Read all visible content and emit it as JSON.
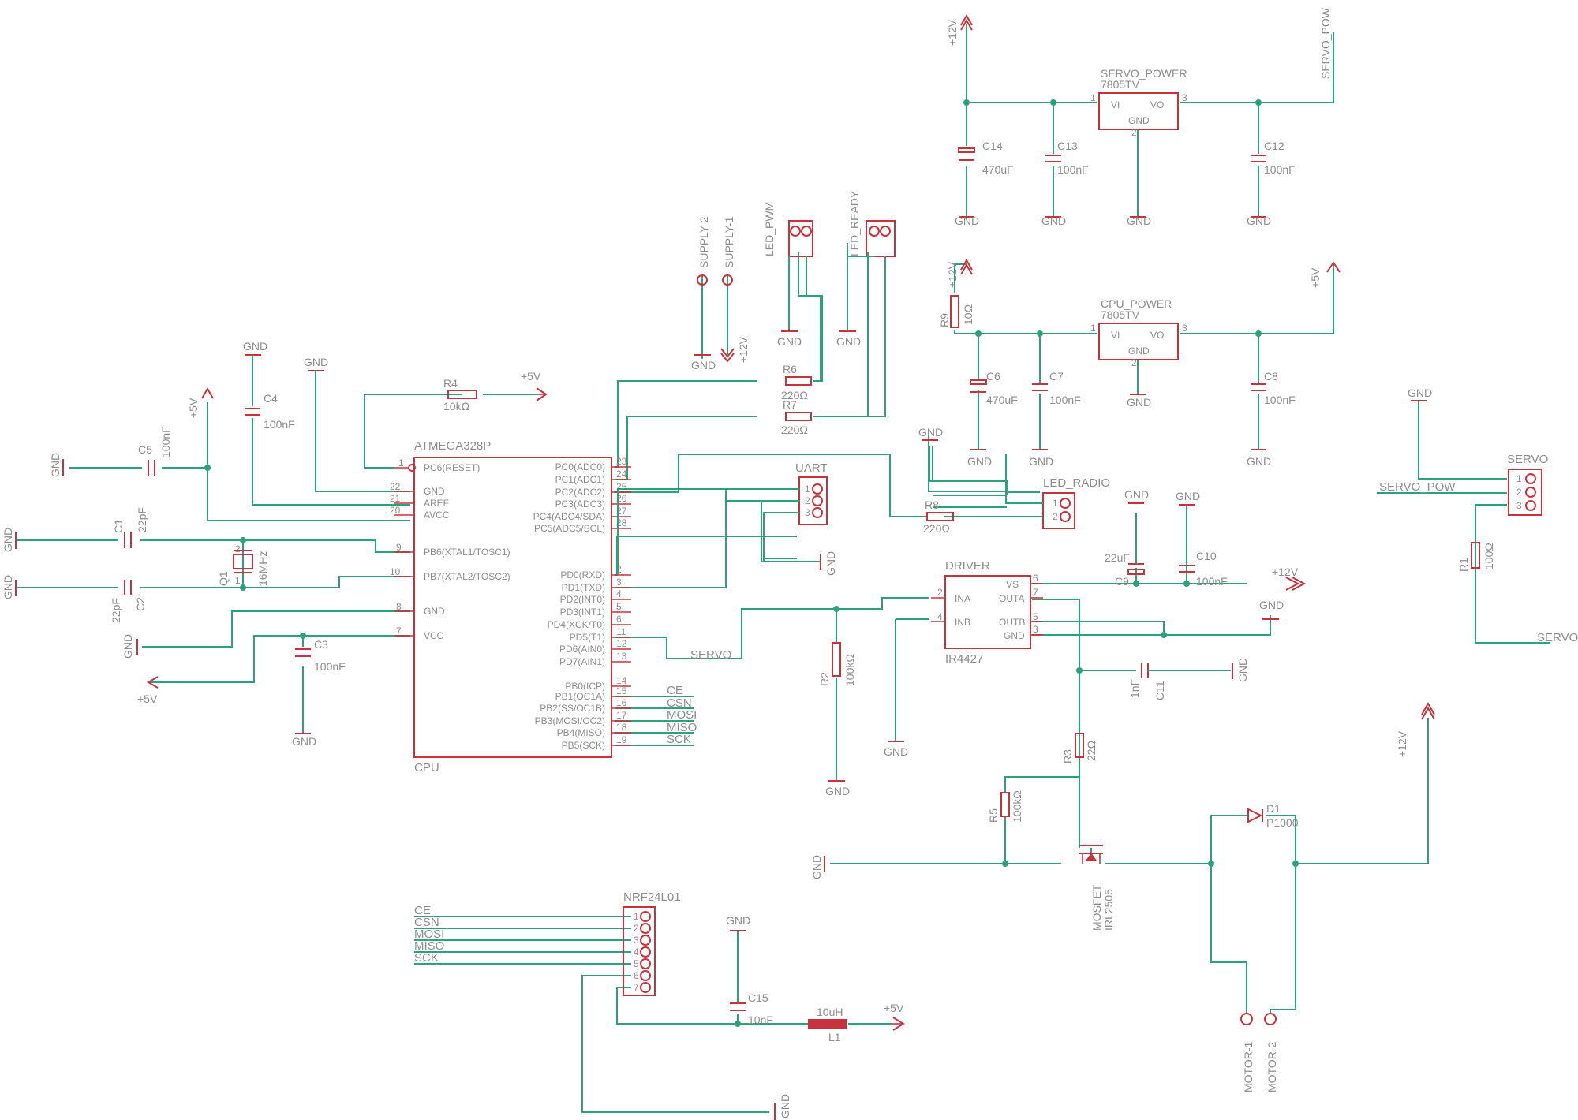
{
  "colors": {
    "wire": "#2aa27a",
    "symbol": "#c8323c",
    "text": "#8c8c8c",
    "background": "#ffffff"
  },
  "net": {
    "gnd": "GND",
    "p5": "+5V",
    "p12": "+12V",
    "servo_pow": "SERVO_POW",
    "servo_pow_short": "SERVO_POW",
    "servo": "SERVO",
    "ce": "CE",
    "csn": "CSN",
    "mosi": "MOSI",
    "miso": "MISO",
    "sck": "SCK"
  },
  "mcu": {
    "part": "ATMEGA328P",
    "name": "CPU",
    "left_pins": [
      {
        "num": "1",
        "name": "PC6(RESET)"
      },
      {
        "num": "22",
        "name": "GND"
      },
      {
        "num": "21",
        "name": "AREF"
      },
      {
        "num": "20",
        "name": "AVCC"
      },
      {
        "num": "9",
        "name": "PB6(XTAL1/TOSC1)"
      },
      {
        "num": "10",
        "name": "PB7(XTAL2/TOSC2)"
      },
      {
        "num": "8",
        "name": "GND"
      },
      {
        "num": "7",
        "name": "VCC"
      }
    ],
    "right_pins": [
      {
        "num": "23",
        "name": "PC0(ADC0)"
      },
      {
        "num": "24",
        "name": "PC1(ADC1)"
      },
      {
        "num": "25",
        "name": "PC2(ADC2)"
      },
      {
        "num": "26",
        "name": "PC3(ADC3)"
      },
      {
        "num": "27",
        "name": "PC4(ADC4/SDA)"
      },
      {
        "num": "28",
        "name": "PC5(ADC5/SCL)"
      },
      {
        "num": "2",
        "name": "PD0(RXD)"
      },
      {
        "num": "3",
        "name": "PD1(TXD)"
      },
      {
        "num": "4",
        "name": "PD2(INT0)"
      },
      {
        "num": "5",
        "name": "PD3(INT1)"
      },
      {
        "num": "6",
        "name": "PD4(XCK/T0)"
      },
      {
        "num": "11",
        "name": "PD5(T1)"
      },
      {
        "num": "12",
        "name": "PD6(AIN0)"
      },
      {
        "num": "13",
        "name": "PD7(AIN1)"
      },
      {
        "num": "14",
        "name": "PB0(ICP)"
      },
      {
        "num": "15",
        "name": "PB1(OC1A)"
      },
      {
        "num": "16",
        "name": "PB2(SS/OC1B)"
      },
      {
        "num": "17",
        "name": "PB3(MOSI/OC2)"
      },
      {
        "num": "18",
        "name": "PB4(MISO)"
      },
      {
        "num": "19",
        "name": "PB5(SCK)"
      }
    ]
  },
  "driver": {
    "title": "DRIVER",
    "part": "IR4427",
    "pins": [
      {
        "num": "2",
        "name": "INA"
      },
      {
        "num": "4",
        "name": "INB"
      },
      {
        "num": "6",
        "name": "VS"
      },
      {
        "num": "7",
        "name": "OUTA"
      },
      {
        "num": "5",
        "name": "OUTB"
      },
      {
        "num": "3",
        "name": "GND"
      }
    ]
  },
  "regulators": [
    {
      "name": "SERVO_POWER",
      "part": "7805TV",
      "vi": "VI",
      "vo": "VO",
      "gnd": "GND",
      "pin1": "1",
      "pin2": "2",
      "pin3": "3"
    },
    {
      "name": "CPU_POWER",
      "part": "7805TV",
      "vi": "VI",
      "vo": "VO",
      "gnd": "GND",
      "pin1": "1",
      "pin2": "2",
      "pin3": "3"
    }
  ],
  "connectors": {
    "uart": "UART",
    "servo": "SERVO",
    "nrf": "NRF24L01",
    "led_pwm": "LED_PWM",
    "led_ready": "LED_READY",
    "led_radio": "LED_RADIO",
    "p1": "1",
    "p2": "2",
    "p3": "3",
    "p4": "4",
    "p5": "5",
    "p6": "6",
    "p7": "7"
  },
  "pads": {
    "supply2": "SUPPLY-2",
    "supply1": "SUPPLY-1",
    "motor1": "MOTOR-1",
    "motor2": "MOTOR-2"
  },
  "parts": {
    "r1": {
      "ref": "R1",
      "val": "100Ω"
    },
    "r2": {
      "ref": "R2",
      "val": "100kΩ"
    },
    "r3": {
      "ref": "R3",
      "val": "22Ω"
    },
    "r4": {
      "ref": "R4",
      "val": "10kΩ"
    },
    "r5": {
      "ref": "R5",
      "val": "100kΩ"
    },
    "r6": {
      "ref": "R6",
      "val": "220Ω"
    },
    "r7": {
      "ref": "R7",
      "val": "220Ω"
    },
    "r8": {
      "ref": "R8",
      "val": "220Ω"
    },
    "r9": {
      "ref": "R9",
      "val": "10Ω"
    },
    "c1": {
      "ref": "C1",
      "val": "22pF"
    },
    "c2": {
      "ref": "C2",
      "val": "22pF"
    },
    "c3": {
      "ref": "C3",
      "val": "100nF"
    },
    "c4": {
      "ref": "C4",
      "val": "100nF"
    },
    "c5": {
      "ref": "C5",
      "val": "100nF"
    },
    "c6": {
      "ref": "C6",
      "val": "470uF"
    },
    "c7": {
      "ref": "C7",
      "val": "100nF"
    },
    "c8": {
      "ref": "C8",
      "val": "100nF"
    },
    "c9": {
      "ref": "C9",
      "val": "22uF"
    },
    "c10": {
      "ref": "C10",
      "val": "100nF"
    },
    "c11": {
      "ref": "C11",
      "val": "1nF"
    },
    "c12": {
      "ref": "C12",
      "val": "100nF"
    },
    "c13": {
      "ref": "C13",
      "val": "100nF"
    },
    "c14": {
      "ref": "C14",
      "val": "470uF"
    },
    "c15": {
      "ref": "C15",
      "val": "10nF"
    },
    "q1": {
      "ref": "Q1",
      "val": "16MHz"
    },
    "d1": {
      "ref": "D1",
      "val": "P1000"
    },
    "l1": {
      "ref": "L1",
      "val": "10uH"
    },
    "mosfet": {
      "ref": "MOSFET",
      "val": "IRL2505"
    }
  }
}
